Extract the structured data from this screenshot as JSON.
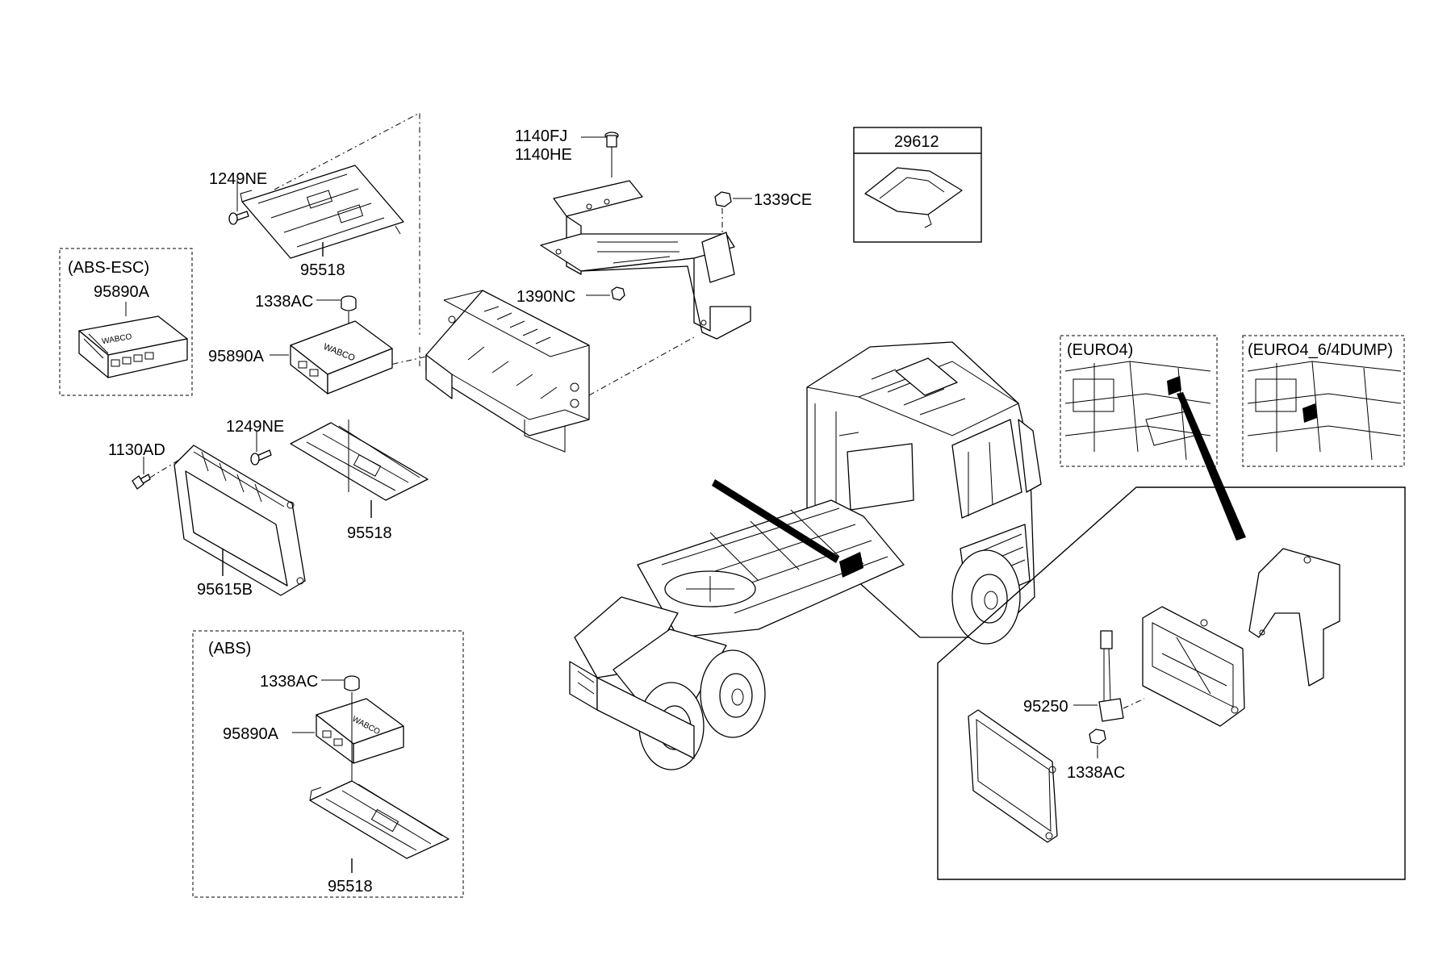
{
  "labels": {
    "p1249ne_top": "1249NE",
    "p95518_top": "95518",
    "abs_esc_title": "(ABS-ESC)",
    "p95890a_esc": "95890A",
    "p1338ac_mid": "1338AC",
    "p95890a_mid": "95890A",
    "p1249ne_mid": "1249NE",
    "p1130ad": "1130AD",
    "p95518_mid": "95518",
    "p95615b": "95615B",
    "abs_title": "(ABS)",
    "p1338ac_abs": "1338AC",
    "p95890a_abs": "95890A",
    "p95518_abs": "95518",
    "p1140fj": "1140FJ",
    "p1140he": "1140HE",
    "p1339ce": "1339CE",
    "p1390nc": "1390NC",
    "p29612": "29612",
    "euro4": "(EURO4)",
    "euro4_dump": "(EURO4_6/4DUMP)",
    "p95250": "95250",
    "p1338ac_detail": "1338AC"
  },
  "module_logo": "WABCO"
}
